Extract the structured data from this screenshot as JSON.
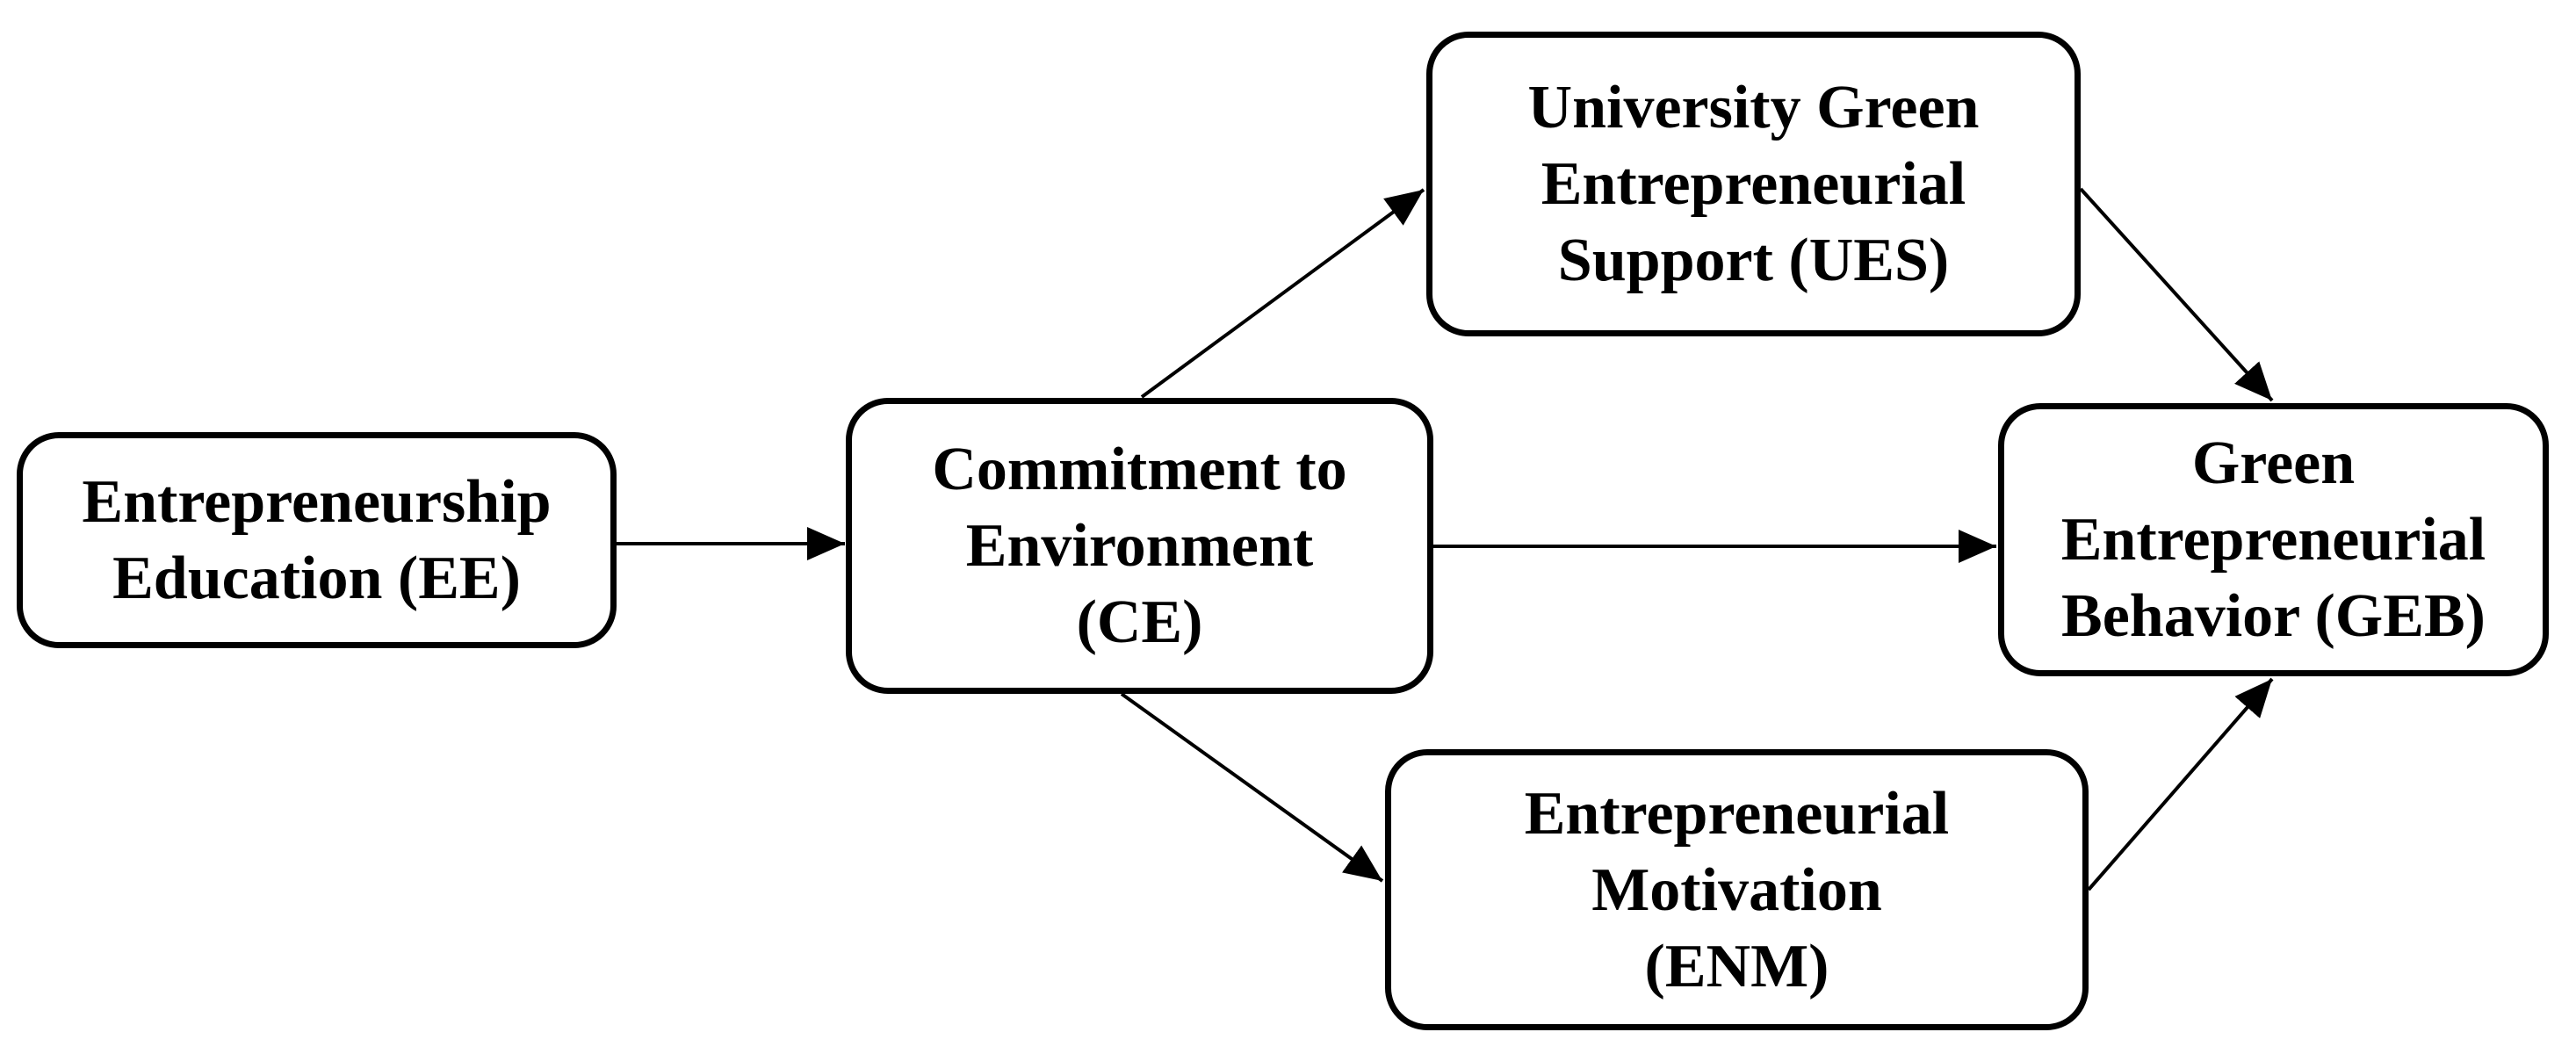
{
  "page": {
    "background": "#ffffff"
  },
  "diagram": {
    "type": "conceptual-model-flow-diagram",
    "stroke_color": "#000000",
    "node_fill": "#ffffff",
    "text_color": "#000000",
    "nodes": {
      "ee": {
        "abbr": "EE",
        "lines": [
          "Entrepreneurship",
          "Education (EE)"
        ]
      },
      "ce": {
        "abbr": "CE",
        "lines": [
          "Commitment to",
          "Environment",
          "(CE)"
        ]
      },
      "ues": {
        "abbr": "UES",
        "lines": [
          "University Green",
          "Entrepreneurial",
          "Support (UES)"
        ]
      },
      "enm": {
        "abbr": "ENM",
        "lines": [
          "Entrepreneurial",
          "Motivation",
          "(ENM)"
        ]
      },
      "geb": {
        "abbr": "GEB",
        "lines": [
          "Green",
          "Entrepreneurial",
          "Behavior (GEB)"
        ]
      }
    },
    "edges": [
      {
        "from": "EE",
        "to": "CE"
      },
      {
        "from": "CE",
        "to": "UES"
      },
      {
        "from": "CE",
        "to": "GEB"
      },
      {
        "from": "CE",
        "to": "ENM"
      },
      {
        "from": "UES",
        "to": "GEB"
      },
      {
        "from": "ENM",
        "to": "GEB"
      }
    ]
  }
}
